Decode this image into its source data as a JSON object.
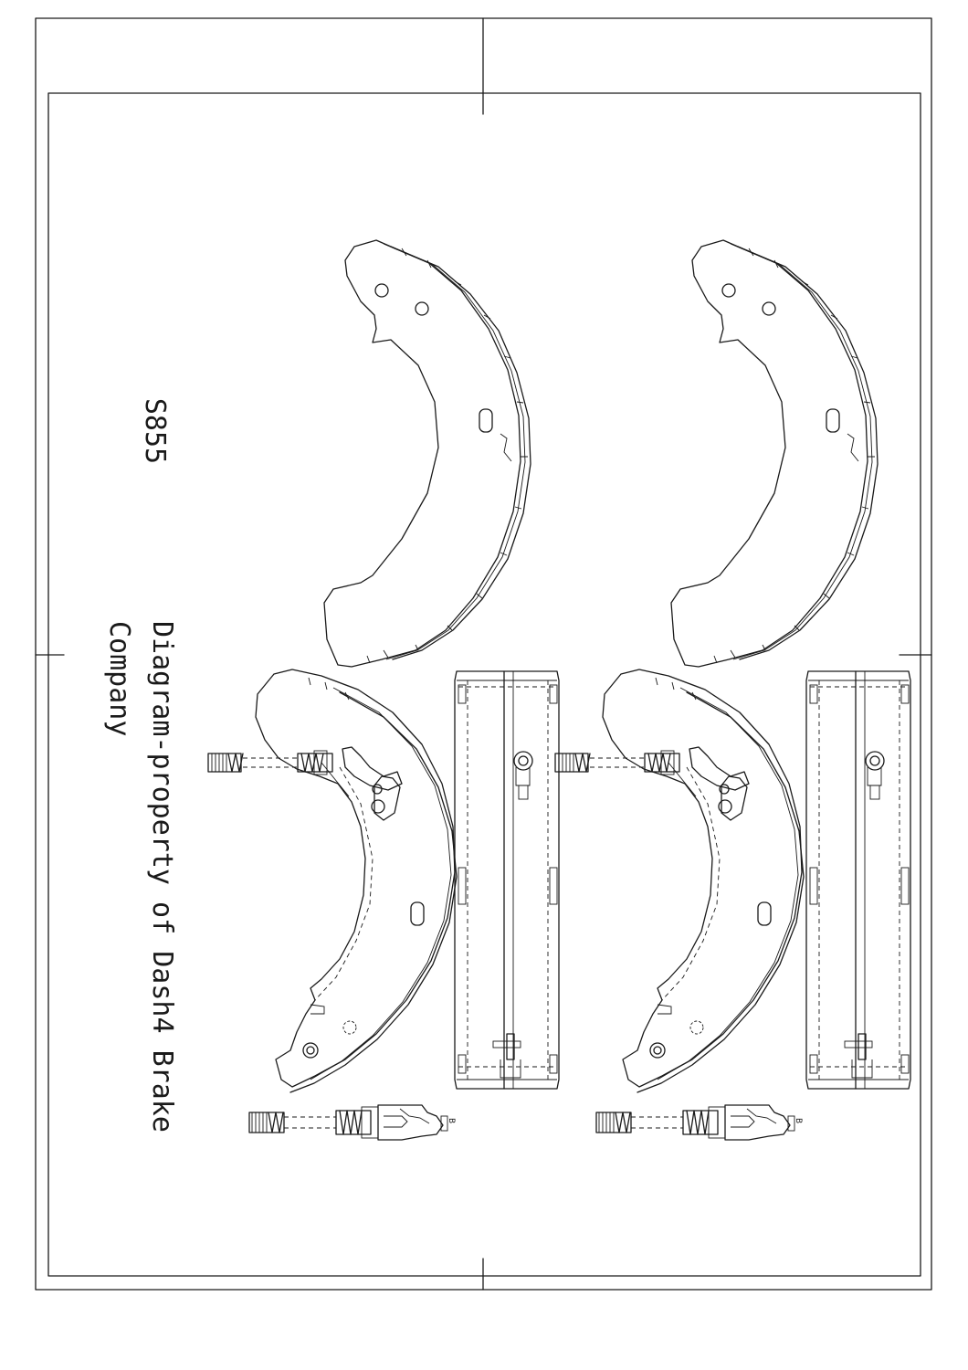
{
  "drawing": {
    "part_number": "S855",
    "ownership_line_1": "Diagram-property of Dash4 Brake",
    "ownership_line_2": "Company",
    "spring_mark": "B"
  }
}
